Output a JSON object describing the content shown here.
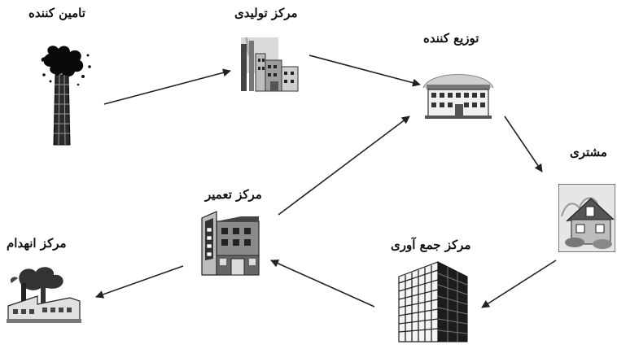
{
  "diagram": {
    "nodes": {
      "supplier": {
        "label": "تامین کننده",
        "icon": "smokestack-smoke-icon"
      },
      "manufacturing": {
        "label": "مرکز تولیدی",
        "icon": "factory-icon"
      },
      "distributor": {
        "label": "توزیع کننده",
        "icon": "warehouse-icon"
      },
      "customer": {
        "label": "مشتری",
        "icon": "house-icon"
      },
      "collection": {
        "label": "مرکز جمع آوری",
        "icon": "office-building-icon"
      },
      "repair": {
        "label": "مرکز تعمیر",
        "icon": "buildings-icon"
      },
      "disposal": {
        "label": "مرکز انهدام",
        "icon": "polluting-plant-icon"
      }
    },
    "edges": [
      {
        "from": "supplier",
        "to": "manufacturing"
      },
      {
        "from": "manufacturing",
        "to": "distributor"
      },
      {
        "from": "distributor",
        "to": "customer"
      },
      {
        "from": "customer",
        "to": "collection"
      },
      {
        "from": "collection",
        "to": "repair"
      },
      {
        "from": "repair",
        "to": "distributor"
      },
      {
        "from": "repair",
        "to": "disposal"
      }
    ]
  }
}
